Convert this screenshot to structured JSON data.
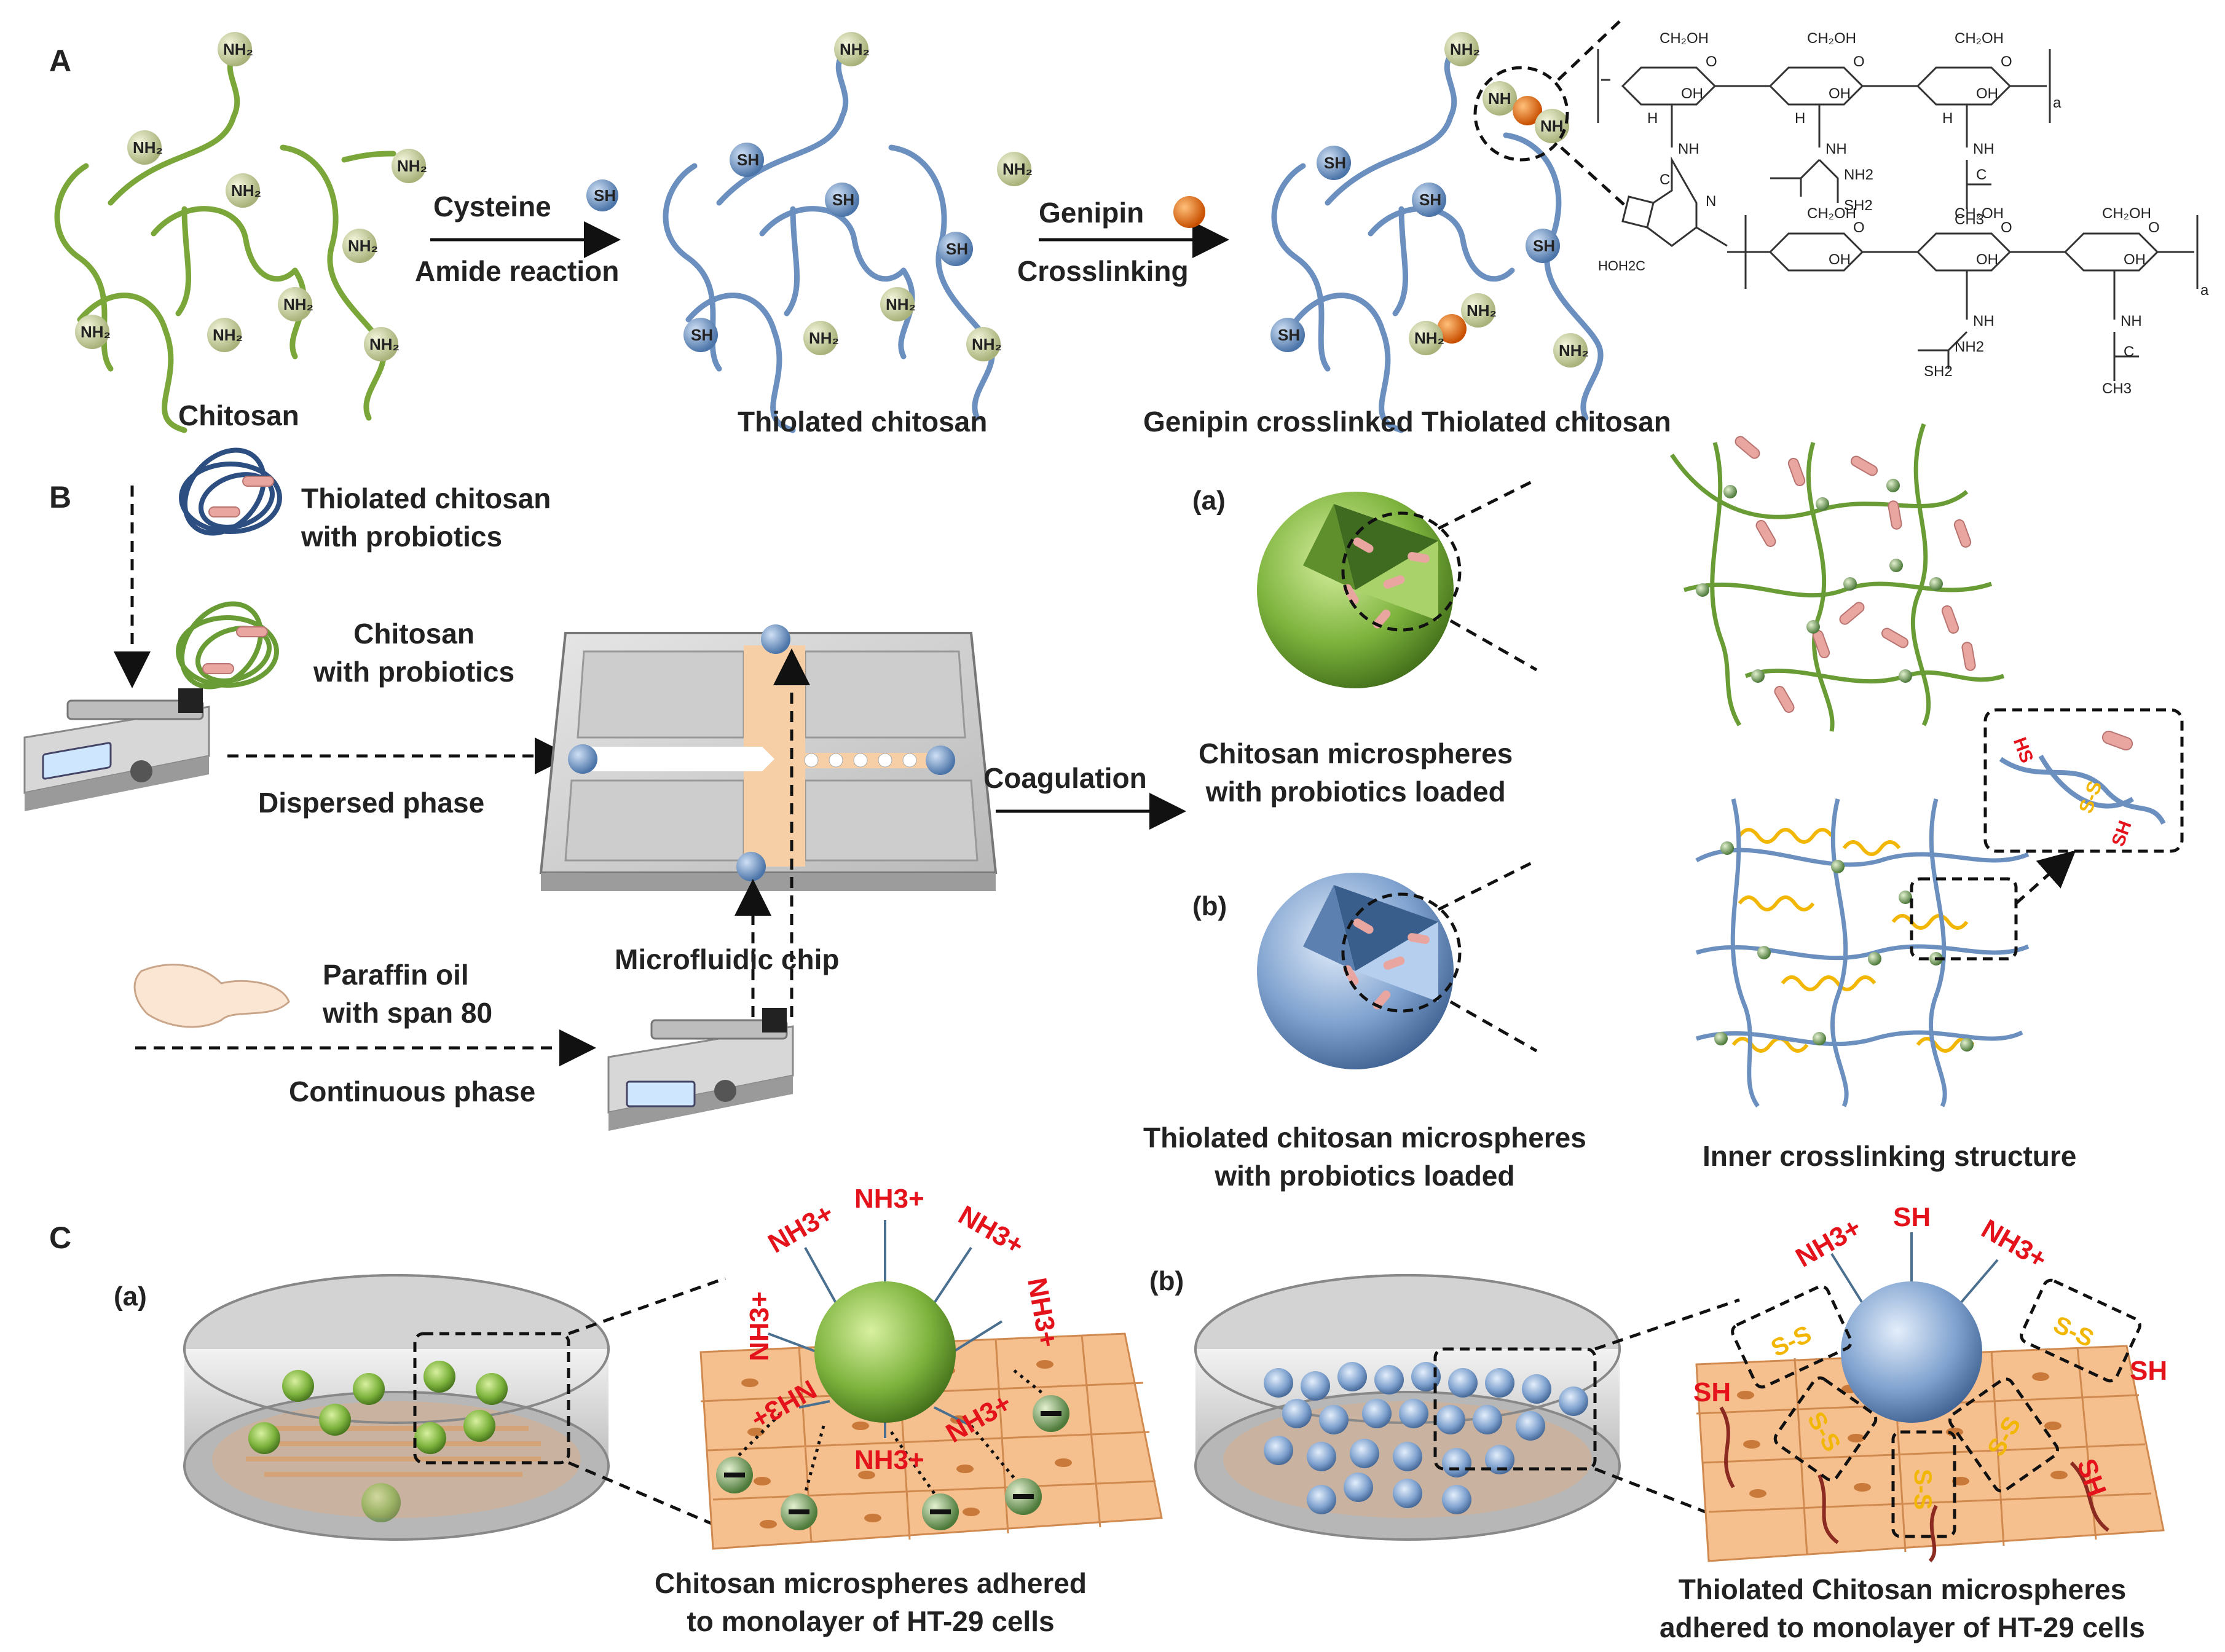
{
  "panels": {
    "a": "A",
    "b": "B",
    "c": "C"
  },
  "section_a": {
    "chitosan": "Chitosan",
    "thiolated": "Thiolated chitosan",
    "genipin_crosslinked": "Genipin crosslinked Thiolated chitosan",
    "step1_top": "Cysteine",
    "step1_bottom": "Amide reaction",
    "step2_top": "Genipin",
    "step2_bottom": "Crosslinking",
    "nh2_label": "NH2",
    "sh_label": "SH",
    "mol_ch2oh": "CH₂OH",
    "mol_h": "H",
    "mol_o": "O",
    "mol_oh": "OH",
    "mol_nh": "NH",
    "mol_nh2": "NH2",
    "mol_sh2": "SH2",
    "mol_ch3": "CH3",
    "mol_c": "C",
    "mol_hoh2c": "HOH2C",
    "mol_n": "N",
    "mol_a": "a"
  },
  "section_b": {
    "thiolated_probiotics_l1": "Thiolated chitosan",
    "thiolated_probiotics_l2": "with probiotics",
    "chitosan_probiotics_l1": "Chitosan",
    "chitosan_probiotics_l2": "with probiotics",
    "dispersed_phase": "Dispersed phase",
    "microfluidic_chip": "Microfluidic chip",
    "paraffin_l1": "Paraffin oil",
    "paraffin_l2": "with span 80",
    "continuous_phase": "Continuous phase",
    "coagulation": "Coagulation",
    "sub_a": "(a)",
    "sub_b": "(b)",
    "chitosan_ms_l1": "Chitosan microspheres",
    "chitosan_ms_l2": "with probiotics loaded",
    "thiolated_ms_l1": "Thiolated chitosan microspheres",
    "thiolated_ms_l2": "with probiotics loaded",
    "inner_structure": "Inner crosslinking structure",
    "hs": "HS",
    "ss": "S-S",
    "sh": "SH"
  },
  "section_c": {
    "sub_a": "(a)",
    "sub_b": "(b)",
    "caption_a_l1": "Chitosan microspheres adhered",
    "caption_a_l2": "to monolayer of HT-29 cells",
    "caption_b_l1": "Thiolated Chitosan microspheres",
    "caption_b_l2": "adhered to monolayer of HT-29 cells",
    "nh3": "NH3+",
    "sh": "SH",
    "ss": "S-S"
  },
  "colors": {
    "chitosan_green": "#7aa63a",
    "thiol_blue": "#6b8fbf",
    "genipin_orange": "#e06a10",
    "charge_red": "#e3121b",
    "disulfide_yellow": "#f2b705",
    "cell_orange": "#f5bf8e"
  }
}
